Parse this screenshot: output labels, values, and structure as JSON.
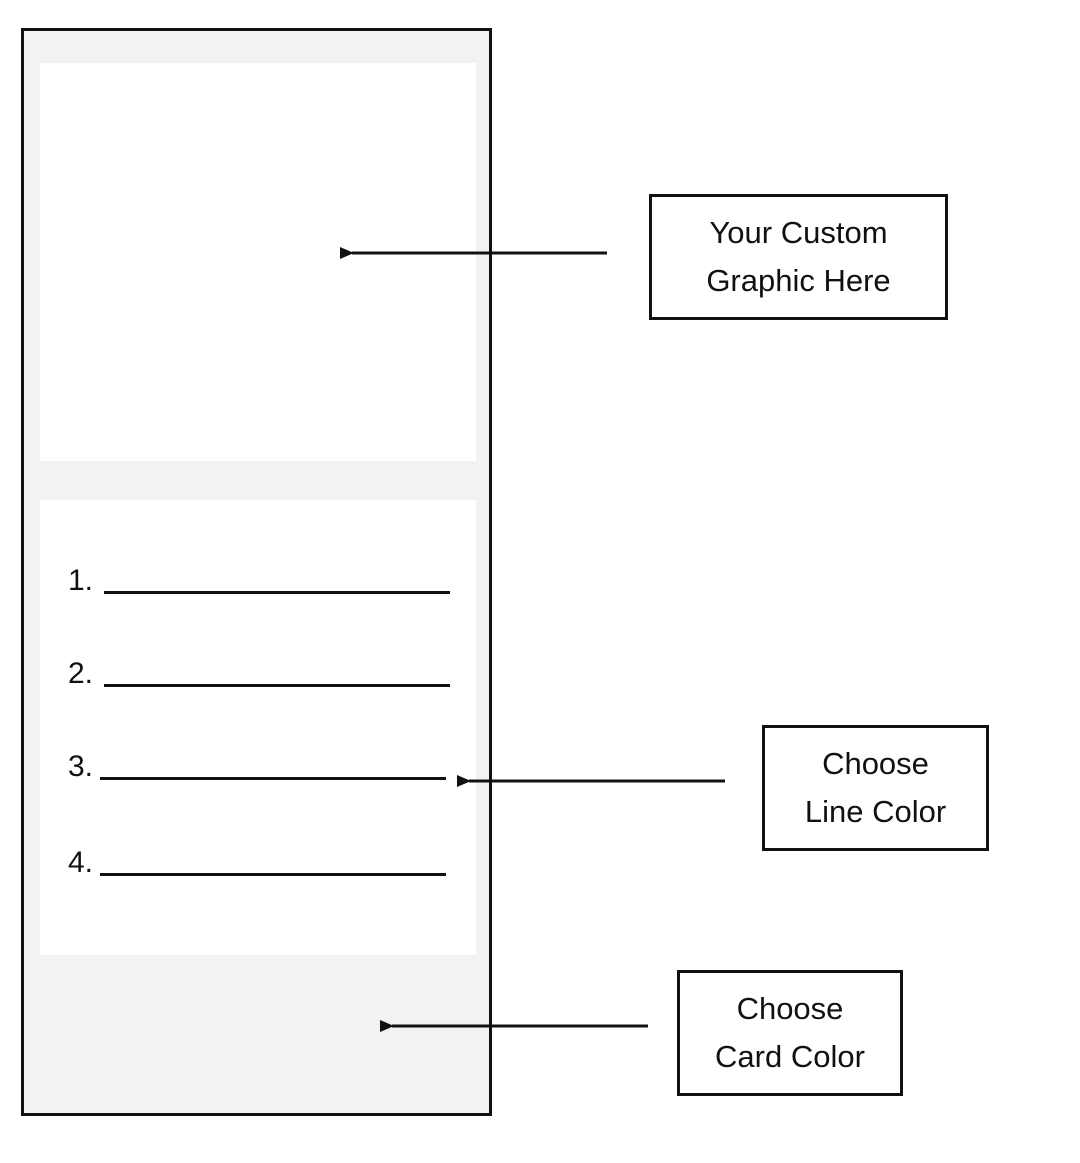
{
  "colors": {
    "card_background": "#f2f2f2",
    "line_color": "#111111",
    "panel_background": "#ffffff"
  },
  "list": {
    "items": [
      {
        "number": "1."
      },
      {
        "number": "2."
      },
      {
        "number": "3."
      },
      {
        "number": "4."
      }
    ]
  },
  "callouts": {
    "graphic": {
      "line1": "Your Custom",
      "line2": "Graphic Here"
    },
    "line_color": {
      "line1": "Choose",
      "line2": "Line Color"
    },
    "card_color": {
      "line1": "Choose",
      "line2": "Card Color"
    }
  }
}
